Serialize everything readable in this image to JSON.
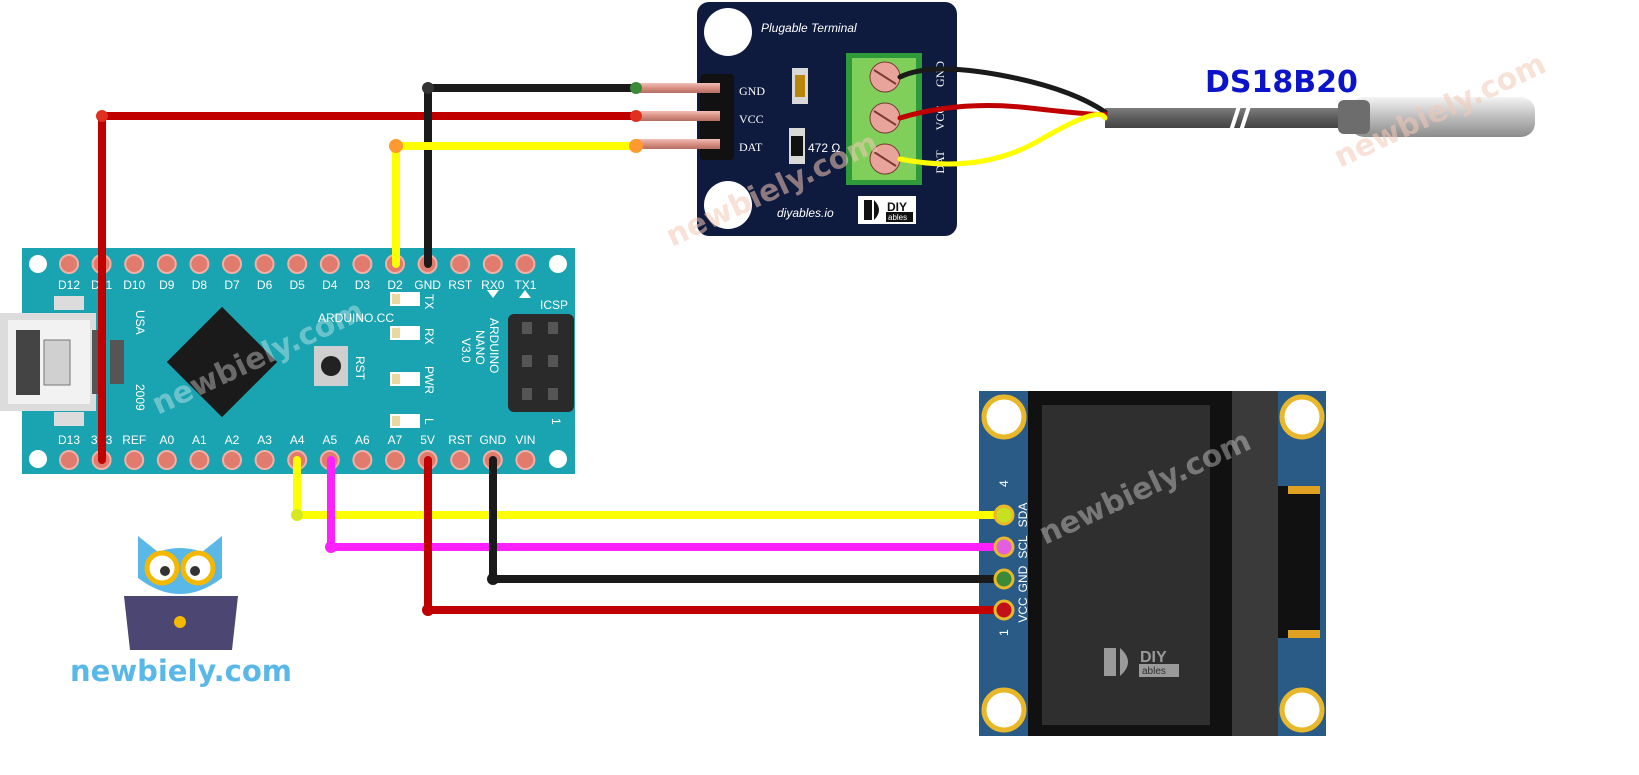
{
  "sensor_title": "DS18B20",
  "terminal": {
    "title": "Plugable Terminal",
    "pins": [
      "GND",
      "VCC",
      "DAT"
    ],
    "block_labels": [
      "GND",
      "VCC",
      "DAT"
    ],
    "resistor": "472 Ω",
    "brand_site": "diyables.io",
    "logo_top": "DIY",
    "logo_bottom": "ables"
  },
  "nano": {
    "top_pins": [
      "D12",
      "D11",
      "D10",
      "D9",
      "D8",
      "D7",
      "D6",
      "D5",
      "D4",
      "D3",
      "D2",
      "GND",
      "RST",
      "RX0",
      "TX1"
    ],
    "bottom_pins": [
      "D13",
      "3V3",
      "REF",
      "A0",
      "A1",
      "A2",
      "A3",
      "A4",
      "A5",
      "A6",
      "A7",
      "5V",
      "RST",
      "GND",
      "VIN"
    ],
    "usa": "USA",
    "year": "2009",
    "site": "ARDUINO.CC",
    "model_lines": [
      "ARDUINO",
      "NANO",
      "V3.0"
    ],
    "rst_button": "RST",
    "leds": [
      "TX",
      "RX",
      "PWR",
      "L"
    ],
    "icsp": "ICSP",
    "icsp_pin1": "1"
  },
  "oled": {
    "pins": [
      "SDA",
      "SCL",
      "GND",
      "VCC"
    ],
    "num_top": "4",
    "num_bottom": "1",
    "logo_top": "DIY",
    "logo_bottom": "ables"
  },
  "brand": {
    "name": "newbiely.com"
  },
  "watermark": "newbiely.com",
  "colors": {
    "wire_red": "#c00000",
    "wire_black": "#1a1a1a",
    "wire_yellow": "#ffff00",
    "wire_magenta": "#ff20ff",
    "board_teal": "#1aa3b0",
    "terminal_navy": "#0e1a3e",
    "oled_blue": "#2a5b86",
    "sensor_title": "#0b14c8"
  }
}
